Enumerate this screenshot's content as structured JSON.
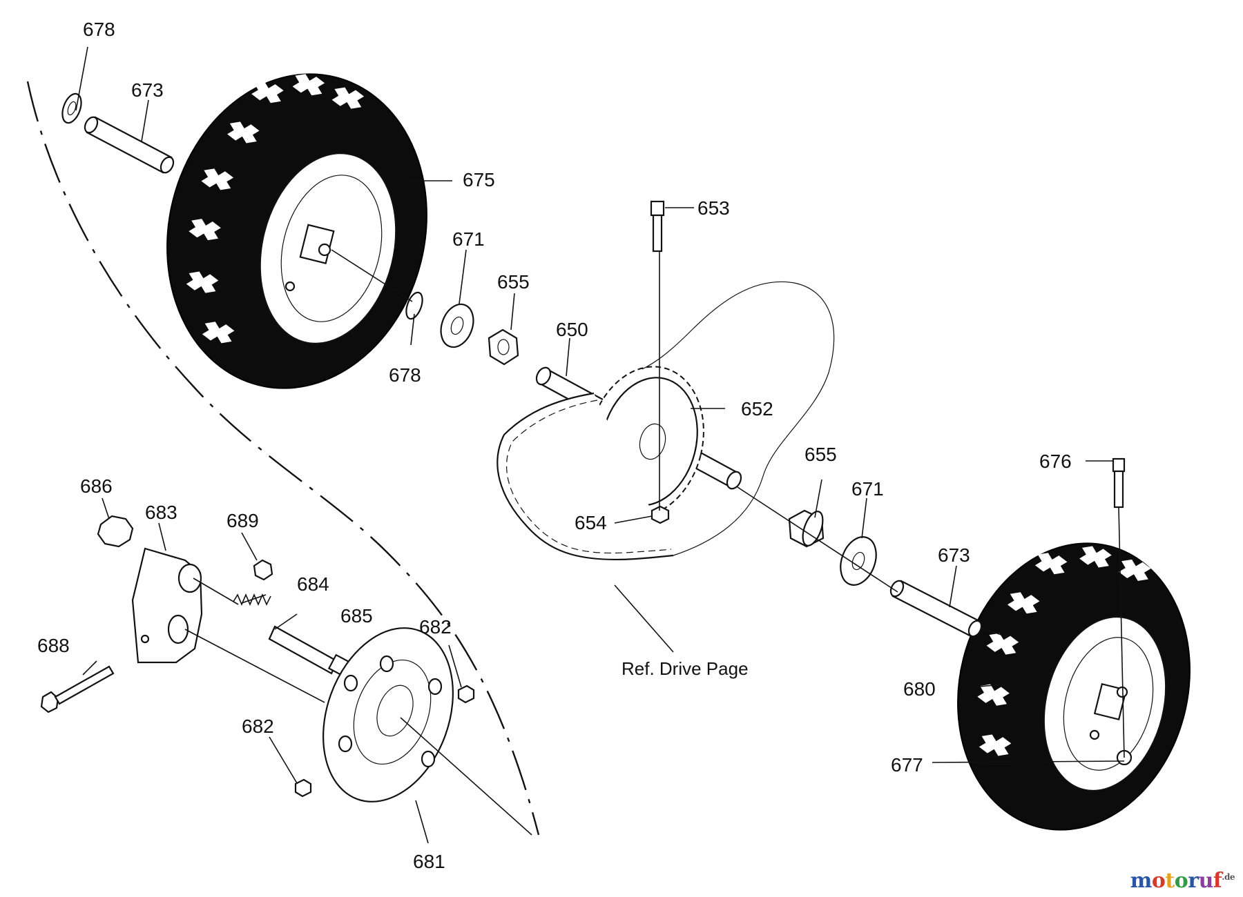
{
  "labels": [
    {
      "id": "678a",
      "text": "678"
    },
    {
      "id": "673a",
      "text": "673"
    },
    {
      "id": "675",
      "text": "675"
    },
    {
      "id": "671a",
      "text": "671"
    },
    {
      "id": "655a",
      "text": "655"
    },
    {
      "id": "653",
      "text": "653"
    },
    {
      "id": "650",
      "text": "650"
    },
    {
      "id": "678b",
      "text": "678"
    },
    {
      "id": "652",
      "text": "652"
    },
    {
      "id": "655b",
      "text": "655"
    },
    {
      "id": "671b",
      "text": "671"
    },
    {
      "id": "676",
      "text": "676"
    },
    {
      "id": "654",
      "text": "654"
    },
    {
      "id": "673b",
      "text": "673"
    },
    {
      "id": "686",
      "text": "686"
    },
    {
      "id": "683",
      "text": "683"
    },
    {
      "id": "689",
      "text": "689"
    },
    {
      "id": "684",
      "text": "684"
    },
    {
      "id": "685",
      "text": "685"
    },
    {
      "id": "682a",
      "text": "682"
    },
    {
      "id": "688",
      "text": "688"
    },
    {
      "id": "682b",
      "text": "682"
    },
    {
      "id": "681",
      "text": "681"
    },
    {
      "id": "680",
      "text": "680"
    },
    {
      "id": "677",
      "text": "677"
    }
  ],
  "ref_note": "Ref. Drive Page",
  "watermark": {
    "parts": [
      "m",
      "o",
      "t",
      "o",
      "r",
      "u",
      "f"
    ],
    "suffix": ".de"
  }
}
